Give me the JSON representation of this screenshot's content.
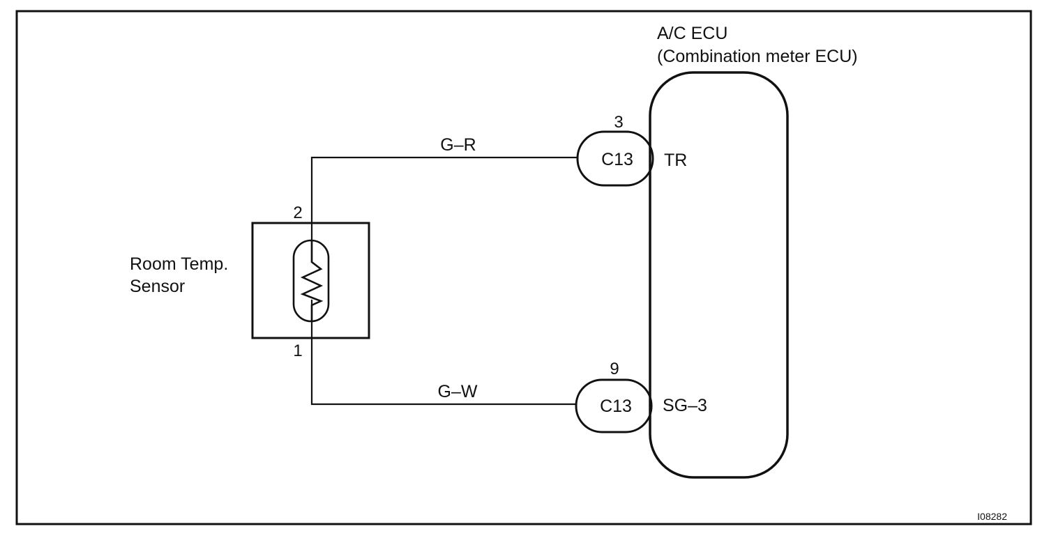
{
  "ecu": {
    "title_line1": "A/C ECU",
    "title_line2": "(Combination meter ECU)",
    "terminal_tr": "TR",
    "terminal_sg": "SG–3"
  },
  "sensor": {
    "label_line1": "Room Temp.",
    "label_line2": "Sensor",
    "pin_top": "2",
    "pin_bottom": "1"
  },
  "wires": {
    "upper": "G–R",
    "lower": "G–W"
  },
  "connectors": {
    "upper": {
      "name": "C13",
      "pin": "3"
    },
    "lower": {
      "name": "C13",
      "pin": "9"
    }
  },
  "figure_code": "I08282"
}
